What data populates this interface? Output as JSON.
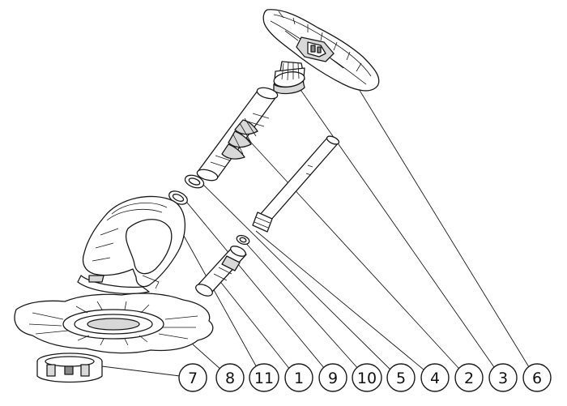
{
  "callouts": [
    {
      "id": "c7",
      "number": "7"
    },
    {
      "id": "c8",
      "number": "8"
    },
    {
      "id": "c11",
      "number": "11"
    },
    {
      "id": "c1",
      "number": "1"
    },
    {
      "id": "c9",
      "number": "9"
    },
    {
      "id": "c10",
      "number": "10"
    },
    {
      "id": "c5",
      "number": "5"
    },
    {
      "id": "c4",
      "number": "4"
    },
    {
      "id": "c2",
      "number": "2"
    },
    {
      "id": "c3",
      "number": "3"
    },
    {
      "id": "c6",
      "number": "6"
    }
  ]
}
